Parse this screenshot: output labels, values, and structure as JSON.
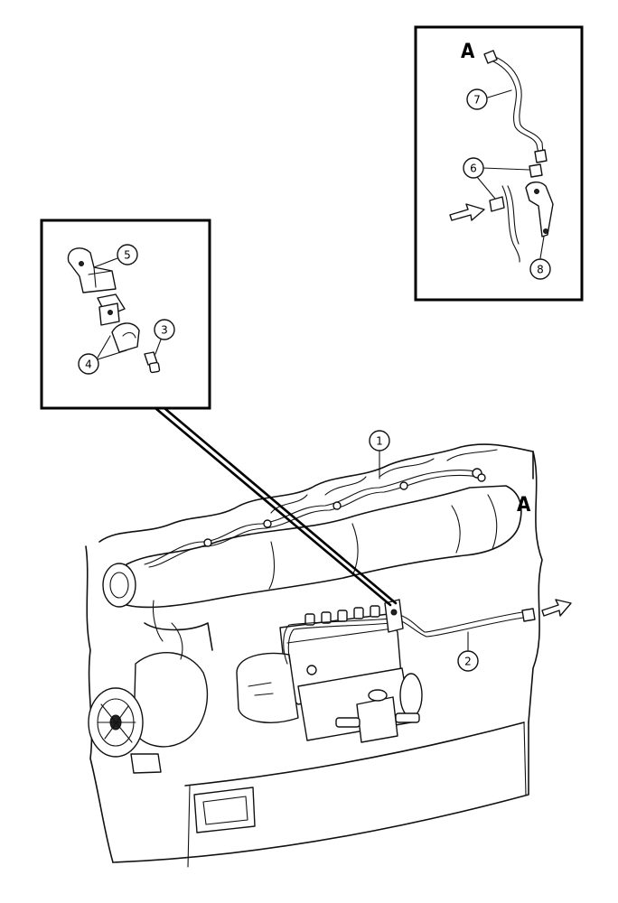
{
  "diagram": {
    "callouts": [
      {
        "id": "callout-1",
        "label": "1"
      },
      {
        "id": "callout-2",
        "label": "2"
      },
      {
        "id": "callout-3",
        "label": "3"
      },
      {
        "id": "callout-4",
        "label": "4"
      },
      {
        "id": "callout-5",
        "label": "5"
      },
      {
        "id": "callout-6",
        "label": "6"
      },
      {
        "id": "callout-7",
        "label": "7"
      },
      {
        "id": "callout-8",
        "label": "8"
      }
    ],
    "view_labels": {
      "inset_marker": "A",
      "engine_marker": "A"
    },
    "colors": {
      "line": "#111111",
      "background": "#ffffff"
    }
  }
}
